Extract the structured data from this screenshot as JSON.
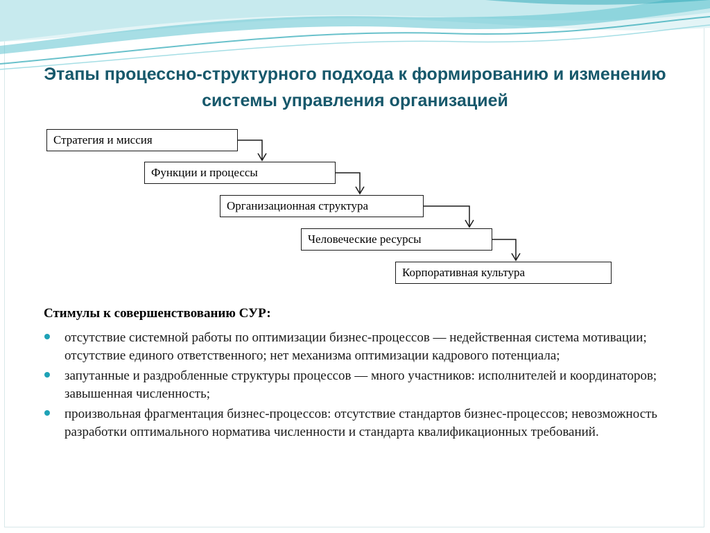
{
  "title": "Этапы процессно-структурного подхода к формированию и изменению системы управления организацией",
  "stages": [
    {
      "label": "Стратегия и миссия"
    },
    {
      "label": "Функции и процессы"
    },
    {
      "label": "Организационная структура"
    },
    {
      "label": "Человеческие ресурсы"
    },
    {
      "label": "Корпоративная культура"
    }
  ],
  "stimuli": {
    "heading": "Стимулы к совершенствованию СУР:",
    "items": [
      "отсутствие системной работы по оптимизации бизнес-процессов — недейственная система мотивации; отсутствие единого ответственного; нет механизма оптимизации кадрового потенциала;",
      "запутанные и раздробленные структуры процессов — много участников: исполнителей и координаторов; завышенная численность;",
      "произвольная фрагментация бизнес-процессов: отсутствие стандартов бизнес-процессов; невозможность разработки оптимального норматива численности и стандарта квалификационных требований."
    ]
  },
  "colors": {
    "title": "#17586b",
    "bullet": "#1ea2b6",
    "wave_dark": "#2aa6b5",
    "wave_light": "#bfe7ec"
  }
}
